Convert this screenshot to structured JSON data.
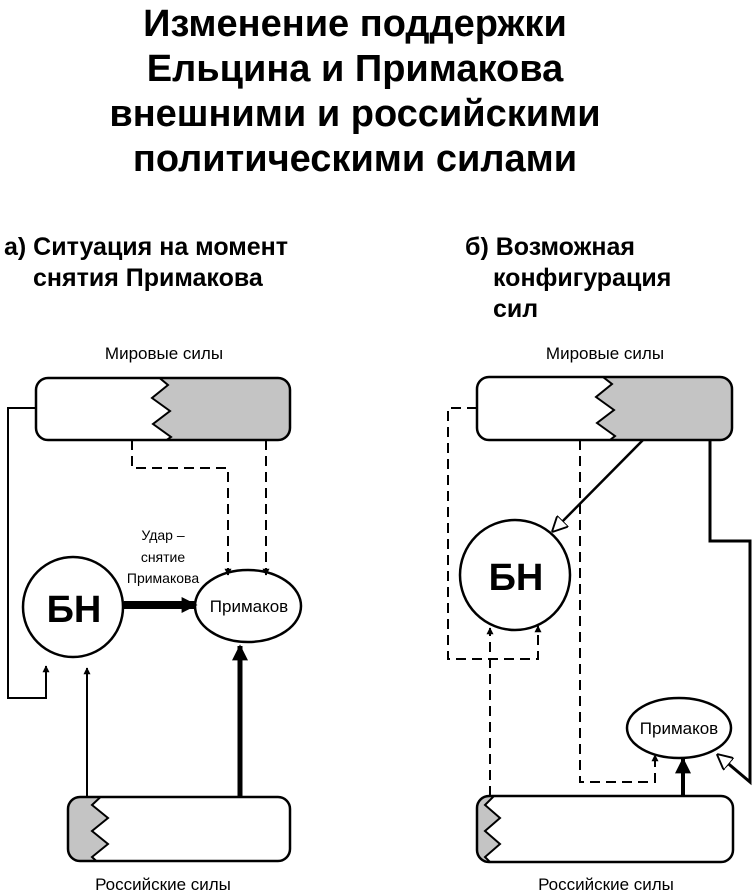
{
  "title": {
    "lines": [
      "Изменение поддержки",
      "Ельцина и Примакова",
      "внешними и российскими",
      "политическими силами"
    ]
  },
  "panel_a": {
    "title_lines": [
      "а) Ситуация на момент",
      "снятия Примакова"
    ],
    "world_label": "Мировые силы",
    "russian_label": "Российские силы",
    "bn_label": "БН",
    "primakov_label": "Примаков",
    "strike_label_lines": [
      "Удар –",
      "снятие",
      "Примакова"
    ]
  },
  "panel_b": {
    "title_lines": [
      "б) Возможная",
      "конфигурация",
      "сил"
    ],
    "world_label": "Мировые силы",
    "russian_label": "Российские силы",
    "bn_label": "БН",
    "primakov_label": "Примаков"
  },
  "colors": {
    "shade": "#c4c4c4",
    "ink": "#000000"
  }
}
